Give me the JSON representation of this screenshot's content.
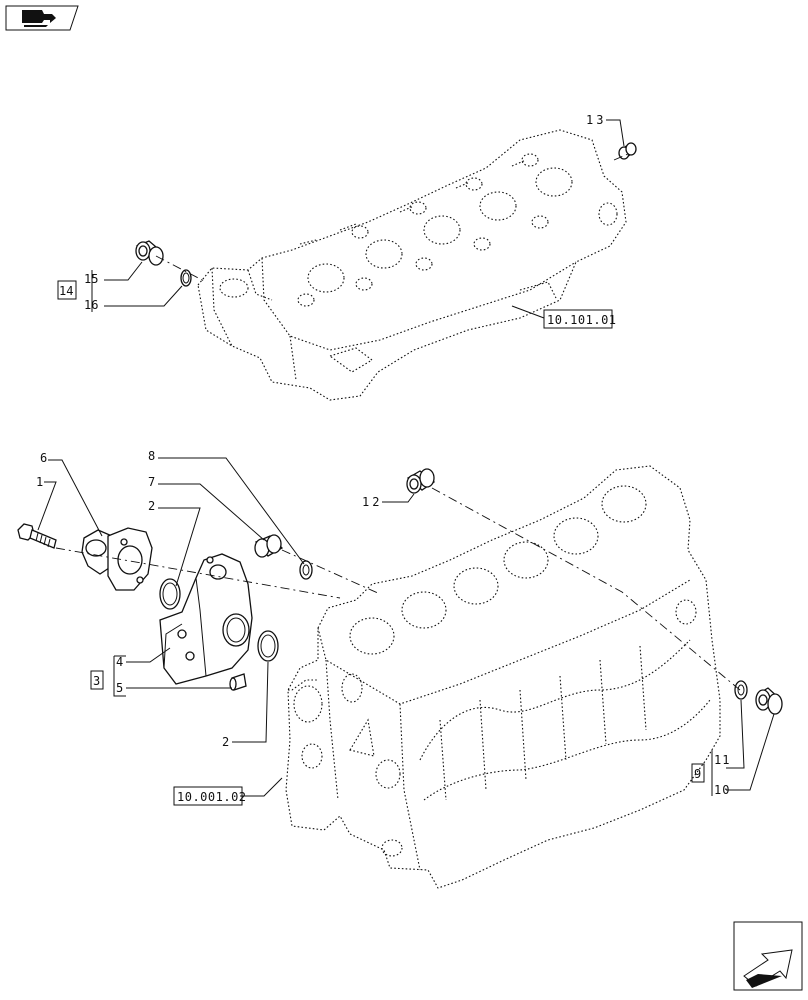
{
  "nav": {
    "top_icon": "book-arrow-icon",
    "bottom_icon": "next-page-arrow-icon"
  },
  "callouts": {
    "c1": "1",
    "c2a": "2",
    "c2b": "2",
    "c3": "3",
    "c4": "4",
    "c5": "5",
    "c6": "6",
    "c7": "7",
    "c8": "8",
    "c9": "9",
    "c10": "10",
    "c11": "11",
    "c12": "12",
    "c13": "13",
    "c14": "14",
    "c15": "15",
    "c16": "16"
  },
  "references": {
    "head_ref": "10.101.01",
    "block_ref": "10.001.02"
  }
}
